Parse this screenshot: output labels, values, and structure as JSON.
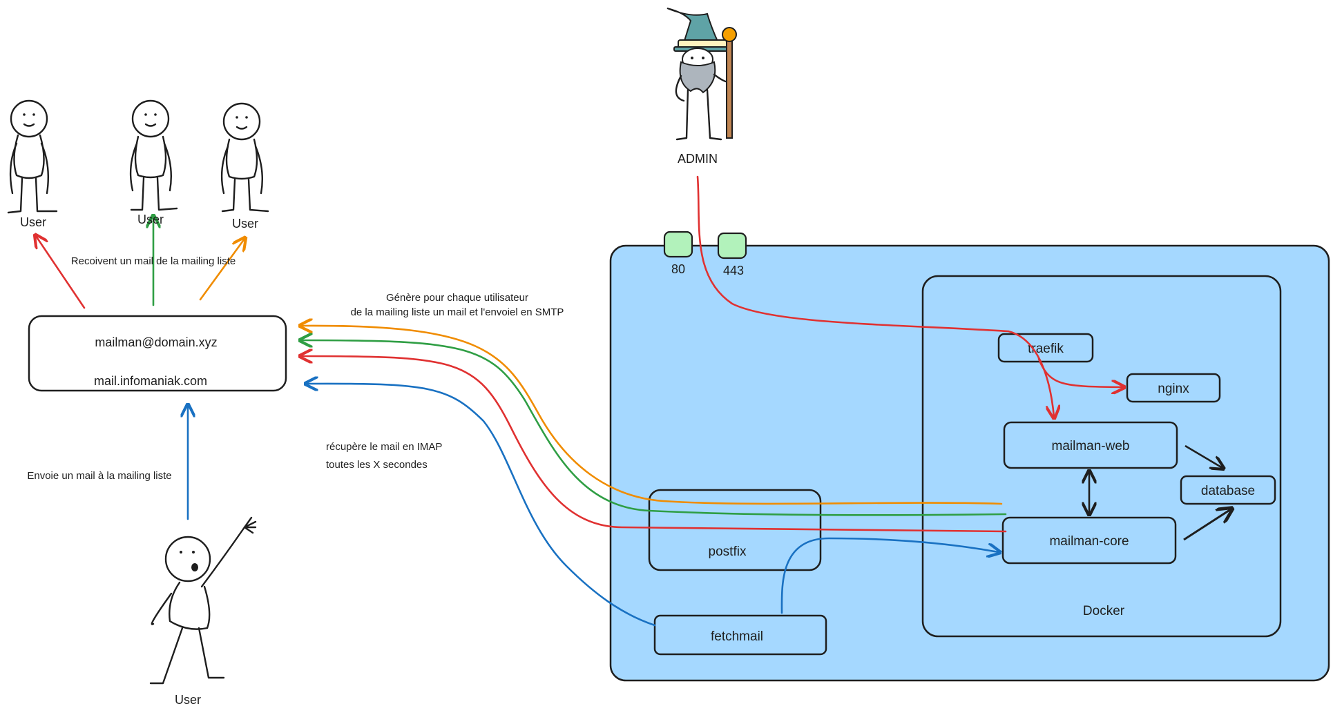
{
  "colors": {
    "docker_fill": "#a5d8ff",
    "port_fill": "#b2f2bb",
    "red": "#e03131",
    "green": "#2f9e44",
    "orange": "#f08c00",
    "blue": "#1971c2",
    "ink": "#1e1e1e"
  },
  "users_top": [
    "User",
    "User",
    "User"
  ],
  "users_top_caption": "Recoivent un mail de la mailing liste",
  "mail_server": {
    "line1": "mailman@domain.xyz",
    "line2": "mail.infomaniak.com"
  },
  "sender": {
    "label": "User",
    "caption": "Envoie un mail à la mailing liste"
  },
  "admin": {
    "label": "ADMIN",
    "icon": "wizard-icon"
  },
  "smtp_note": {
    "line1": "Génère pour chaque utilisateur",
    "line2": "de la mailing liste un mail et l'envoiel en SMTP"
  },
  "imap_note": {
    "line1": "récupère le mail en IMAP",
    "line2": "toutes les X secondes"
  },
  "ports": [
    "80",
    "443"
  ],
  "docker": {
    "label": "Docker",
    "services": {
      "traefik": "traefik",
      "nginx": "nginx",
      "mailman_web": "mailman-web",
      "mailman_core": "mailman-core",
      "database": "database"
    }
  },
  "host_services": {
    "postfix": "postfix",
    "fetchmail": "fetchmail"
  }
}
